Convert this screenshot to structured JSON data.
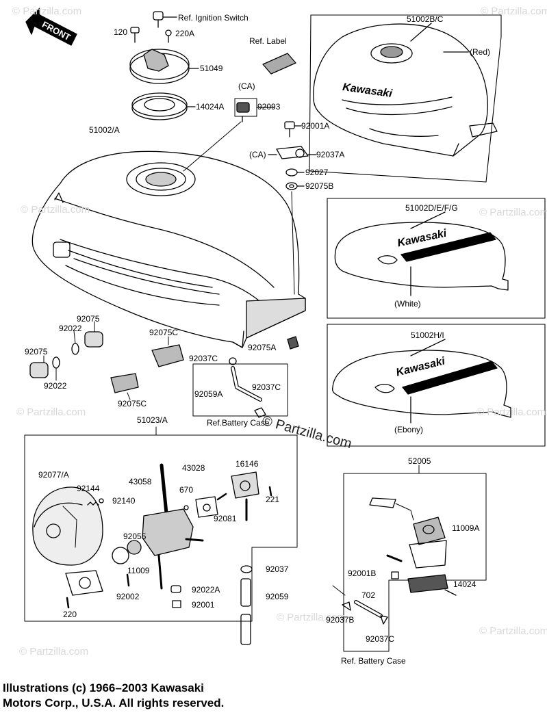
{
  "watermark": {
    "small": "© Partzilla.com",
    "main": "© Partzilla.com"
  },
  "front_arrow": "FRONT",
  "brand_text": "Kawasaki",
  "labels": {
    "ref_ignition_switch": "Ref. Ignition Switch",
    "p120": "120",
    "p220A": "220A",
    "p51049": "51049",
    "p14024A": "14024A",
    "p51002A": "51002/A",
    "ref_label": "Ref. Label",
    "ca_1": "(CA)",
    "p92093": "92093",
    "p92001A": "92001A",
    "ca_2": "(CA)",
    "p92037A": "92037A",
    "p92027": "92027",
    "p92075B": "92075B",
    "p51002BC": "51002B/C",
    "red": "(Red)",
    "p51002DEFG": "51002D/E/F/G",
    "white": "(White)",
    "p51002HI": "51002H/I",
    "ebony": "(Ebony)",
    "p92075_a": "92075",
    "p92022_a": "92022",
    "p92075_b": "92075",
    "p92022_b": "92022",
    "p92075C_a": "92075C",
    "p92075C_b": "92075C",
    "p92037C_a": "92037C",
    "p92059A": "92059A",
    "p92037C_b": "92037C",
    "ref_battery_case_1": "Ref.Battery Case",
    "p92075A": "92075A",
    "p51023A": "51023/A",
    "p92077A": "92077/A",
    "p92144": "92144",
    "p92140": "92140",
    "p43058": "43058",
    "p43028": "43028",
    "p670": "670",
    "p16146": "16146",
    "p221": "221",
    "p92081": "92081",
    "p92055": "92055",
    "p11009": "11009",
    "p92037": "92037",
    "p92002": "92002",
    "p92022A": "92022A",
    "p92001": "92001",
    "p92059": "92059",
    "p220": "220",
    "p52005": "52005",
    "p11009A": "11009A",
    "p92001B": "92001B",
    "p14024": "14024",
    "p702": "702",
    "p92037B": "92037B",
    "p92037C_c": "92037C",
    "ref_battery_case_2": "Ref. Battery Case"
  },
  "copyright": {
    "line1": "Illustrations (c) 1966–2003 Kawasaki",
    "line2": "Motors Corp., U.S.A.  All rights reserved."
  }
}
